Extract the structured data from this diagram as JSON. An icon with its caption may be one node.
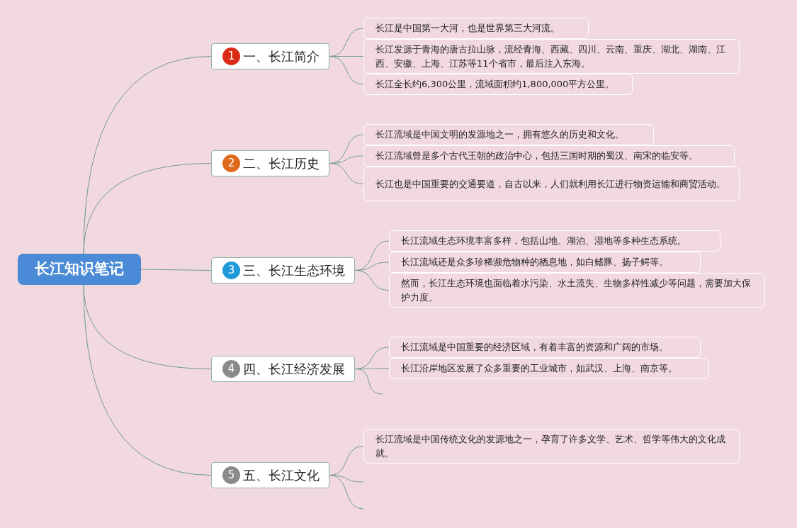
{
  "diagram": {
    "nodes": [
      {
        "text": [
          "长江知识笔记"
        ]
      },
      {
        "text": [
          "1",
          "一、长江简介"
        ]
      },
      {
        "text": [
          "长江是中国第一大河，也是世界第三大河流。"
        ]
      },
      {
        "text": [
          "长江发源于青海的唐古拉山脉，流经青海、西藏、四川、云南、重庆、湖北、湖南、江西、安徽、上海、江苏等11个省市，最后注入东海。"
        ]
      },
      {
        "text": [
          "长江全长约6,300公里，流域面积约1,800,000平方公里。"
        ]
      },
      {
        "text": [
          "2",
          "二、长江历史"
        ]
      },
      {
        "text": [
          "长江流域是中国文明的发源地之一，拥有悠久的历史和文化。"
        ]
      },
      {
        "text": [
          "长江流域曾是多个古代王朝的政治中心，包括三国时期的蜀汉、南宋的临安等。"
        ]
      },
      {
        "text": [
          "长江也是中国重要的交通要道，自古以来，人们就利用长江进行物资运输和商贸活动。"
        ]
      },
      {
        "text": [
          "3",
          "三、长江生态环境"
        ]
      },
      {
        "text": [
          "长江流域生态环境丰富多样，包括山地、湖泊、湿地等多种生态系统。"
        ]
      },
      {
        "text": [
          "长江流域还是众多珍稀濒危物种的栖息地，如白鳍豚、扬子鳄等。"
        ]
      },
      {
        "text": [
          "然而，长江生态环境也面临着水污染、水土流失、生物多样性减少等问题，需要加大保护力度。"
        ]
      },
      {
        "text": [
          "4",
          "四、长江经济发展"
        ]
      },
      {
        "text": [
          "长江流域是中国重要的经济区域，有着丰富的资源和广阔的市场。"
        ]
      },
      {
        "text": [
          "长江沿岸地区发展了众多重要的工业城市，如武汉、上海、南京等。"
        ]
      },
      {
        "text": [
          "5",
          "五、长江文化"
        ]
      },
      {
        "text": [
          "长江流域是中国传统文化的发源地之一，孕育了许多文学、艺术、哲学等伟大的文化成就。"
        ]
      }
    ],
    "edges": [
      {
        "from": 0,
        "to": 1,
        "arrow": "none"
      },
      {
        "from": 0,
        "to": 5,
        "arrow": "none"
      },
      {
        "from": 0,
        "to": 9,
        "arrow": "none"
      },
      {
        "from": 0,
        "to": 13,
        "arrow": "none"
      },
      {
        "from": 0,
        "to": 16,
        "arrow": "none"
      },
      {
        "from": 1,
        "to": 2,
        "arrow": "none"
      },
      {
        "from": 1,
        "to": 3,
        "arrow": "none"
      },
      {
        "from": 1,
        "to": 4,
        "arrow": "none"
      },
      {
        "from": 5,
        "to": 6,
        "arrow": "none"
      },
      {
        "from": 5,
        "to": 7,
        "arrow": "none"
      },
      {
        "from": 5,
        "to": 8,
        "arrow": "none"
      },
      {
        "from": 9,
        "to": 10,
        "arrow": "none"
      },
      {
        "from": 9,
        "to": 11,
        "arrow": "none"
      },
      {
        "from": 9,
        "to": 12,
        "arrow": "none"
      },
      {
        "from": 13,
        "to": 14,
        "arrow": "none"
      },
      {
        "from": 13,
        "to": 15,
        "arrow": "none"
      },
      {
        "from": 13,
        "to": null,
        "arrow": "none"
      },
      {
        "from": 16,
        "to": 17,
        "arrow": "none"
      },
      {
        "from": 16,
        "to": null,
        "arrow": "none"
      },
      {
        "from": 16,
        "to": null,
        "arrow": "none"
      }
    ]
  }
}
